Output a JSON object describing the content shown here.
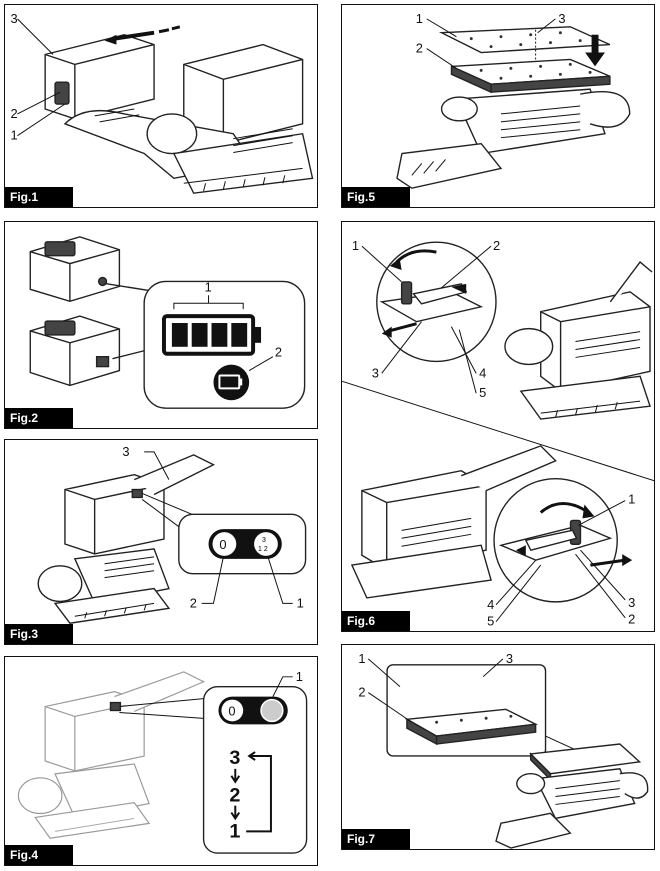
{
  "figures": {
    "fig1": {
      "label": "Fig.1",
      "callouts": [
        "3",
        "2",
        "1"
      ]
    },
    "fig2": {
      "label": "Fig.2",
      "callouts": [
        "1",
        "2"
      ]
    },
    "fig3": {
      "label": "Fig.3",
      "callouts": [
        "3",
        "2",
        "1"
      ],
      "dial_left": "0",
      "dial_right_top": "3",
      "dial_right_bottom": "1 2"
    },
    "fig4": {
      "label": "Fig.4",
      "callouts": [
        "1"
      ],
      "dial_left": "0",
      "sequence": [
        "3",
        "2",
        "1"
      ]
    },
    "fig5": {
      "label": "Fig.5",
      "callouts": [
        "1",
        "3",
        "2"
      ]
    },
    "fig6": {
      "label": "Fig.6",
      "callouts_top": [
        "1",
        "2",
        "3",
        "4",
        "5"
      ],
      "callouts_bottom": [
        "1",
        "3",
        "4",
        "2",
        "5"
      ]
    },
    "fig7": {
      "label": "Fig.7",
      "callouts": [
        "1",
        "3",
        "2"
      ]
    }
  }
}
